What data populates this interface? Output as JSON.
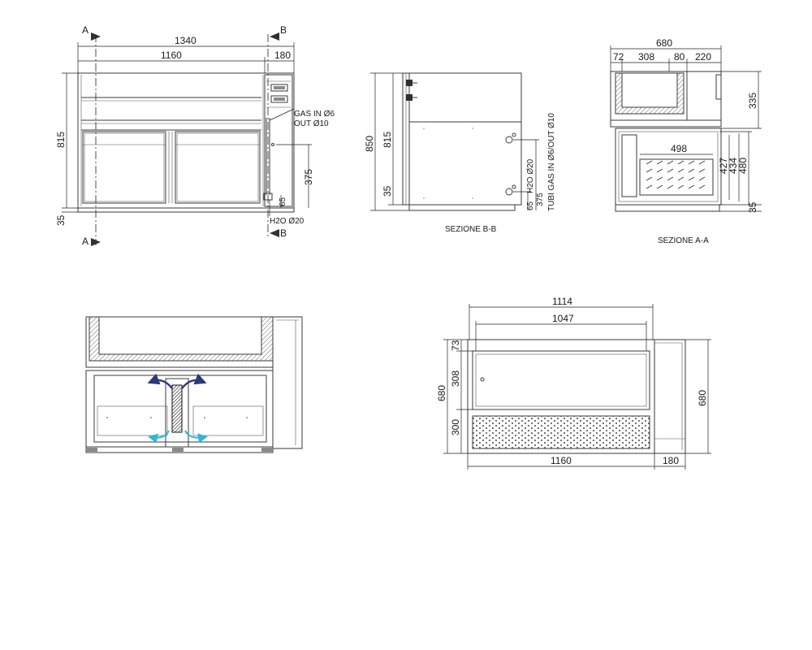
{
  "front": {
    "section_a": "A",
    "section_b": "B",
    "dim_total_w": "1340",
    "dim_inner_w": "1160",
    "dim_side_w": "180",
    "dim_h": "815",
    "dim_base": "35",
    "dim_h2o_h": "375",
    "dim_65": "65",
    "gas_in": "GAS IN Ø6",
    "gas_out": "OUT Ø10",
    "h2o": "H2O Ø20"
  },
  "section_bb": {
    "title": "SEZIONE B-B",
    "dim_850": "850",
    "dim_815": "815",
    "dim_35": "35",
    "dim_375": "375",
    "dim_65": "65",
    "h2o": "H2O Ø20",
    "tubi": "TUBI GAS IN Ø6/OUT Ø10"
  },
  "section_aa": {
    "title": "SEZIONE A-A",
    "dim_680": "680",
    "dim_72": "72",
    "dim_308": "308",
    "dim_80": "80",
    "dim_220": "220",
    "dim_335": "335",
    "dim_498": "498",
    "dim_427": "427",
    "dim_434": "434",
    "dim_480": "480",
    "dim_35": "35"
  },
  "plan": {
    "dim_1114": "1114",
    "dim_1047": "1047",
    "dim_73": "73",
    "dim_308": "308",
    "dim_680_left": "680",
    "dim_300": "300",
    "dim_680_right": "680",
    "dim_1160": "1160",
    "dim_180": "180"
  },
  "colors": {
    "airflow_hot": "#2a3a7a",
    "airflow_cold": "#2fb6d8"
  }
}
